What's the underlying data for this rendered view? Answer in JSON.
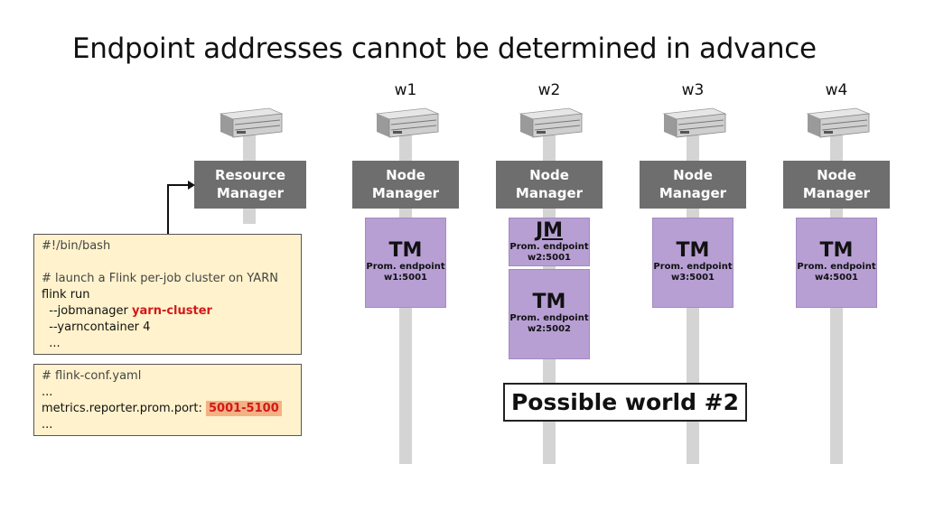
{
  "title": "Endpoint addresses cannot be determined in advance",
  "workers": [
    "w1",
    "w2",
    "w3",
    "w4"
  ],
  "resource_manager": {
    "line1": "Resource",
    "line2": "Manager"
  },
  "node_manager": {
    "line1": "Node",
    "line2": "Manager"
  },
  "containers": {
    "w1_tm": {
      "title": "TM",
      "sub1": "Prom. endpoint",
      "sub2": "w1:5001"
    },
    "w2_jm": {
      "title": "JM",
      "sub1": "Prom. endpoint",
      "sub2": "w2:5001"
    },
    "w2_tm": {
      "title": "TM",
      "sub1": "Prom. endpoint",
      "sub2": "w2:5002"
    },
    "w3_tm": {
      "title": "TM",
      "sub1": "Prom. endpoint",
      "sub2": "w3:5001"
    },
    "w4_tm": {
      "title": "TM",
      "sub1": "Prom. endpoint",
      "sub2": "w4:5001"
    }
  },
  "script": {
    "shebang": "#!/bin/bash",
    "comment": "# launch a Flink per-job cluster on YARN",
    "cmd": "flink run",
    "jm_flag": "  --jobmanager ",
    "jm_value": "yarn-cluster",
    "yc_flag": "  --yarncontainer 4",
    "ellipsis": "  ..."
  },
  "config": {
    "comment": "# flink-conf.yaml",
    "ellipsis1": "...",
    "key": "metrics.reporter.prom.port: ",
    "value": "5001-5100",
    "ellipsis2": "..."
  },
  "world_label": "Possible world #2",
  "colors": {
    "manager_box": "#6e6e6e",
    "container_box": "#b79fd4",
    "code_bg": "#fff2cc",
    "highlight_red": "#d0191c",
    "port_highlight": "#f4b183",
    "pole": "#d4d4d4"
  }
}
